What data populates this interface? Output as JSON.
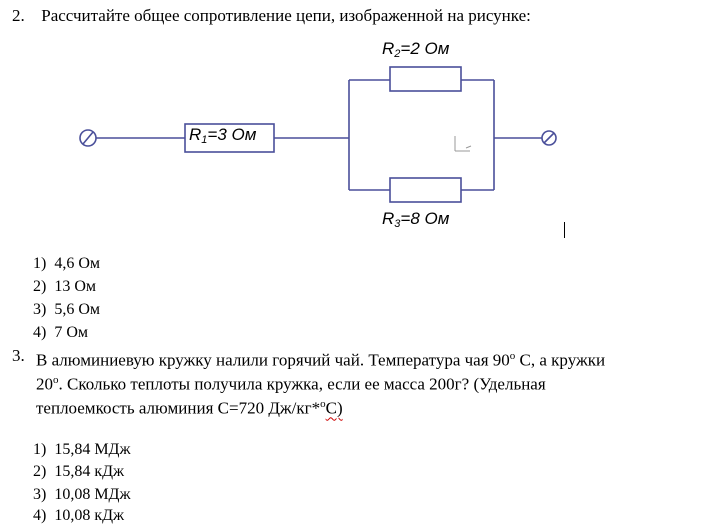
{
  "question2": {
    "number": "2.",
    "text": "Рассчитайте общее сопротивление цепи, изображенной на рисунке:",
    "circuit": {
      "r1": {
        "name": "R",
        "sub": "1",
        "value": "=3 Ом"
      },
      "r2": {
        "name": "R",
        "sub": "2",
        "value": "=2 Ом"
      },
      "r3": {
        "name": "R",
        "sub": "3",
        "value": "=8 Ом"
      }
    },
    "options": [
      {
        "num": "1)",
        "text": "4,6 Ом"
      },
      {
        "num": "2)",
        "text": "13 Ом"
      },
      {
        "num": "3)",
        "text": "5,6 Ом"
      },
      {
        "num": "4)",
        "text": "7 Ом"
      }
    ]
  },
  "question3": {
    "number": "3.",
    "line1": "В алюминиевую кружку налили горячий чай. Температура чая 90",
    "deg1": "о",
    "line1_end": " С, а кружки",
    "line2_start": "20",
    "deg2": "о",
    "line2_end": ". Сколько теплоты получила кружка, если ее масса 200г? (Удельная",
    "line3_start": "теплоемкость алюминия С=720 Дж/кг*",
    "deg3": "о",
    "line3_end_spell": "С)",
    "options": [
      {
        "num": "1)",
        "text": "15,84 МДж"
      },
      {
        "num": "2)",
        "text": "15,84 кДж"
      },
      {
        "num": "3)",
        "text": "10,08 МДж"
      },
      {
        "num": "4)",
        "text": "10,08 кДж"
      }
    ]
  }
}
